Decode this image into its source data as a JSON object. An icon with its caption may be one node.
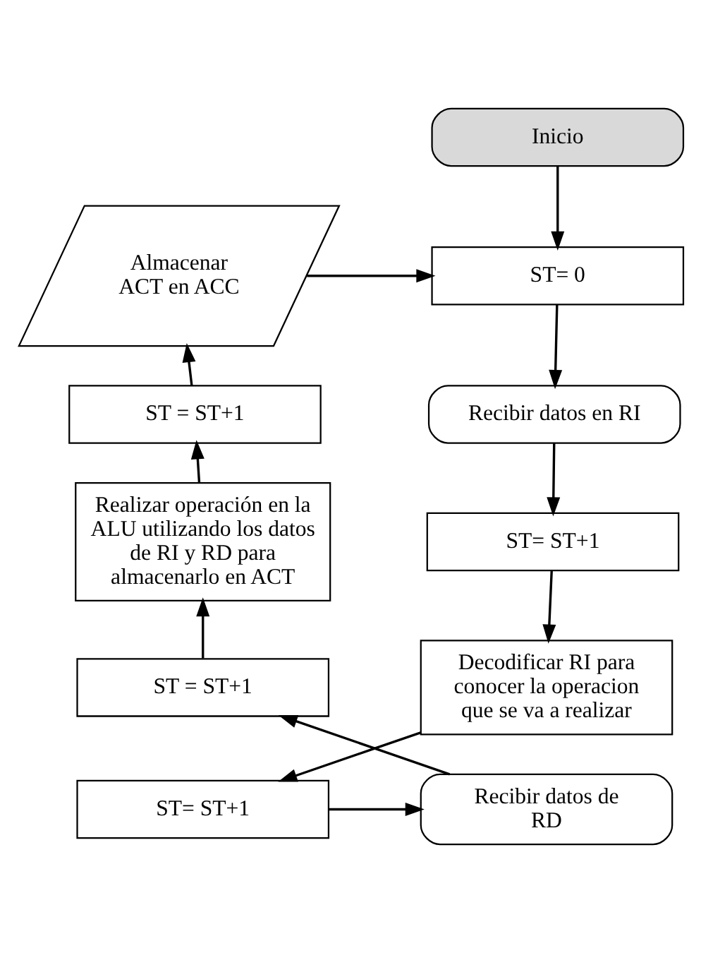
{
  "diagram": {
    "nodes": [
      {
        "text": [
          "Inicio"
        ]
      },
      {
        "text": [
          "ST= 0"
        ]
      },
      {
        "text": [
          "Recibir datos en RI"
        ]
      },
      {
        "text": [
          "ST= ST+1"
        ]
      },
      {
        "text": [
          "Decodificar RI para conocer la operacion que se va a realizar"
        ]
      },
      {
        "text": [
          "ST= ST+1"
        ]
      },
      {
        "text": [
          "Recibir datos de RD"
        ]
      },
      {
        "text": [
          "ST = ST+1"
        ]
      },
      {
        "text": [
          "Realizar operación en la ALU utilizando los datos de RI y RD para almacenarlo en ACT"
        ]
      },
      {
        "text": [
          "ST = ST+1"
        ]
      },
      {
        "text": [
          "Almacenar ACT en ACC"
        ]
      }
    ],
    "edges": [
      {
        "from": 0,
        "to": 1,
        "arrow": "to"
      },
      {
        "from": 1,
        "to": 2,
        "arrow": "to"
      },
      {
        "from": 2,
        "to": 3,
        "arrow": "to"
      },
      {
        "from": 3,
        "to": 4,
        "arrow": "to"
      },
      {
        "from": 4,
        "to": 5,
        "arrow": "to"
      },
      {
        "from": 5,
        "to": 6,
        "arrow": "to"
      },
      {
        "from": 6,
        "to": 7,
        "arrow": "to"
      },
      {
        "from": 7,
        "to": 8,
        "arrow": "to"
      },
      {
        "from": 8,
        "to": 9,
        "arrow": "to"
      },
      {
        "from": 9,
        "to": 10,
        "arrow": "to"
      },
      {
        "from": 10,
        "to": 1,
        "arrow": "to"
      }
    ]
  }
}
